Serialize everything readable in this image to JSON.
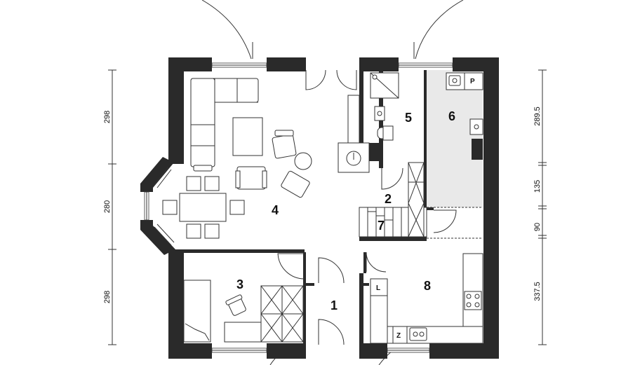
{
  "rooms": [
    {
      "id": "1",
      "label": "1"
    },
    {
      "id": "2",
      "label": "2"
    },
    {
      "id": "3",
      "label": "3"
    },
    {
      "id": "4",
      "label": "4"
    },
    {
      "id": "5",
      "label": "5"
    },
    {
      "id": "6",
      "label": "6"
    },
    {
      "id": "7",
      "label": "7"
    },
    {
      "id": "8",
      "label": "8"
    }
  ],
  "dimensions_left": [
    "298",
    "280",
    "298"
  ],
  "dimensions_right": [
    "289.5",
    "135",
    "90",
    "337.5"
  ],
  "fixtures": {
    "kitchen_P": "P",
    "laundry_L": "L",
    "fridge_Z": "Z"
  },
  "colors": {
    "wall": "#2a2a2a",
    "kitchen_floor": "#e9e9e9"
  }
}
